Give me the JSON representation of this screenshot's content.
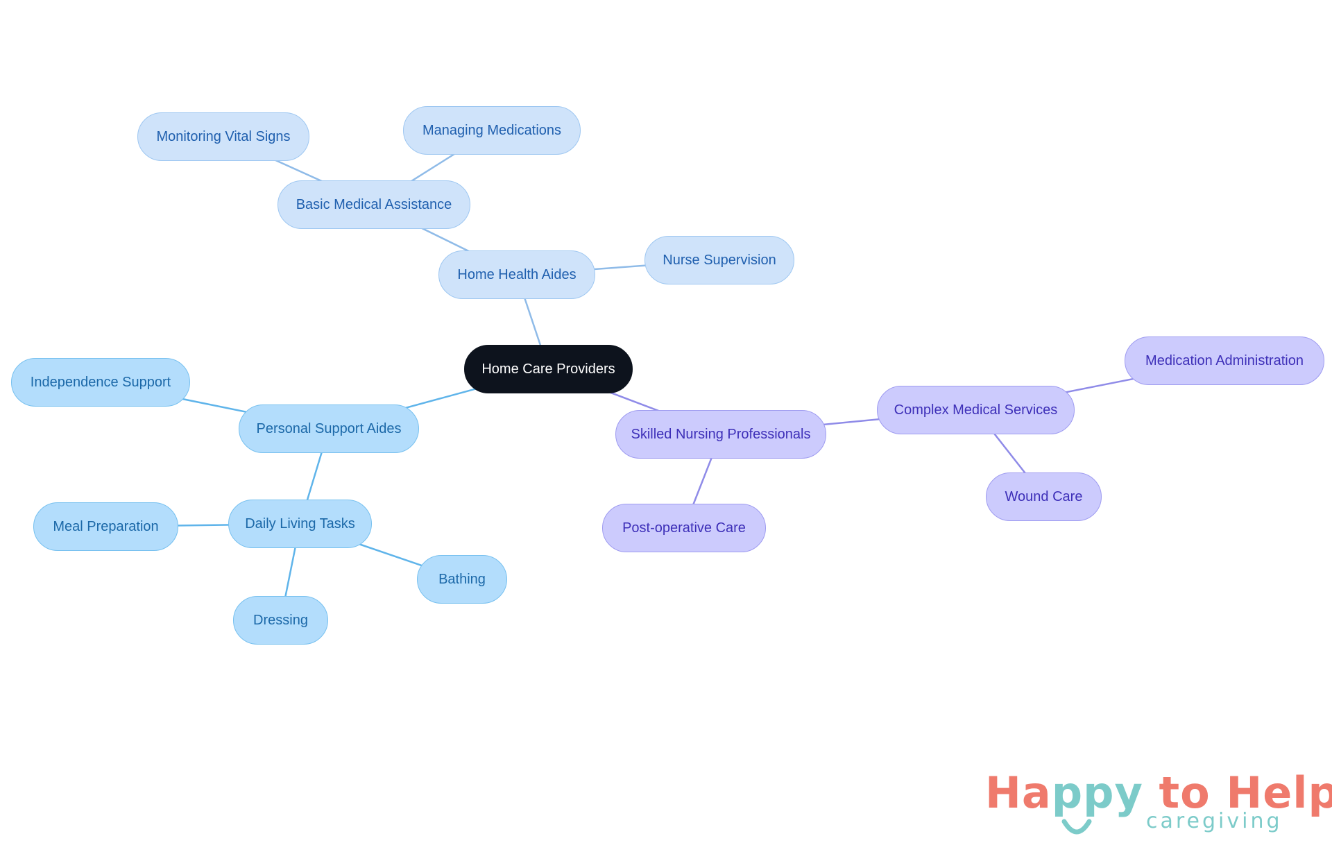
{
  "diagram": {
    "root": {
      "id": "root",
      "label": "Home Care Providers",
      "group": "root"
    },
    "nodes": [
      {
        "id": "hha",
        "label": "Home Health Aides",
        "group": "health",
        "parent": "root"
      },
      {
        "id": "bma",
        "label": "Basic Medical Assistance",
        "group": "health",
        "parent": "hha"
      },
      {
        "id": "mvs",
        "label": "Monitoring Vital Signs",
        "group": "health",
        "parent": "bma"
      },
      {
        "id": "mm",
        "label": "Managing Medications",
        "group": "health",
        "parent": "bma"
      },
      {
        "id": "ns",
        "label": "Nurse Supervision",
        "group": "health",
        "parent": "hha"
      },
      {
        "id": "psa",
        "label": "Personal Support Aides",
        "group": "support",
        "parent": "root"
      },
      {
        "id": "is",
        "label": "Independence Support",
        "group": "support",
        "parent": "psa"
      },
      {
        "id": "dlt",
        "label": "Daily Living Tasks",
        "group": "support",
        "parent": "psa"
      },
      {
        "id": "mp",
        "label": "Meal Preparation",
        "group": "support",
        "parent": "dlt"
      },
      {
        "id": "bath",
        "label": "Bathing",
        "group": "support",
        "parent": "dlt"
      },
      {
        "id": "dress",
        "label": "Dressing",
        "group": "support",
        "parent": "dlt"
      },
      {
        "id": "snp",
        "label": "Skilled Nursing Professionals",
        "group": "nursing",
        "parent": "root"
      },
      {
        "id": "cms",
        "label": "Complex Medical Services",
        "group": "nursing",
        "parent": "snp"
      },
      {
        "id": "ma",
        "label": "Medication Administration",
        "group": "nursing",
        "parent": "cms"
      },
      {
        "id": "wc",
        "label": "Wound Care",
        "group": "nursing",
        "parent": "cms"
      },
      {
        "id": "poc",
        "label": "Post-operative Care",
        "group": "nursing",
        "parent": "snp"
      }
    ],
    "colors": {
      "root_fill": "#0d131d",
      "health_fill": "#cfe3fa",
      "health_line": "#8fbbe8",
      "support_fill": "#b3ddfc",
      "support_line": "#5fb4ea",
      "nursing_fill": "#cccbfd",
      "nursing_line": "#8f8be8"
    }
  },
  "logo": {
    "part1": "Ha",
    "part2": "ppy",
    "part3": " to Help",
    "subtitle": "caregiving",
    "coral": "#ef7a6c",
    "teal": "#7ccbc9"
  }
}
